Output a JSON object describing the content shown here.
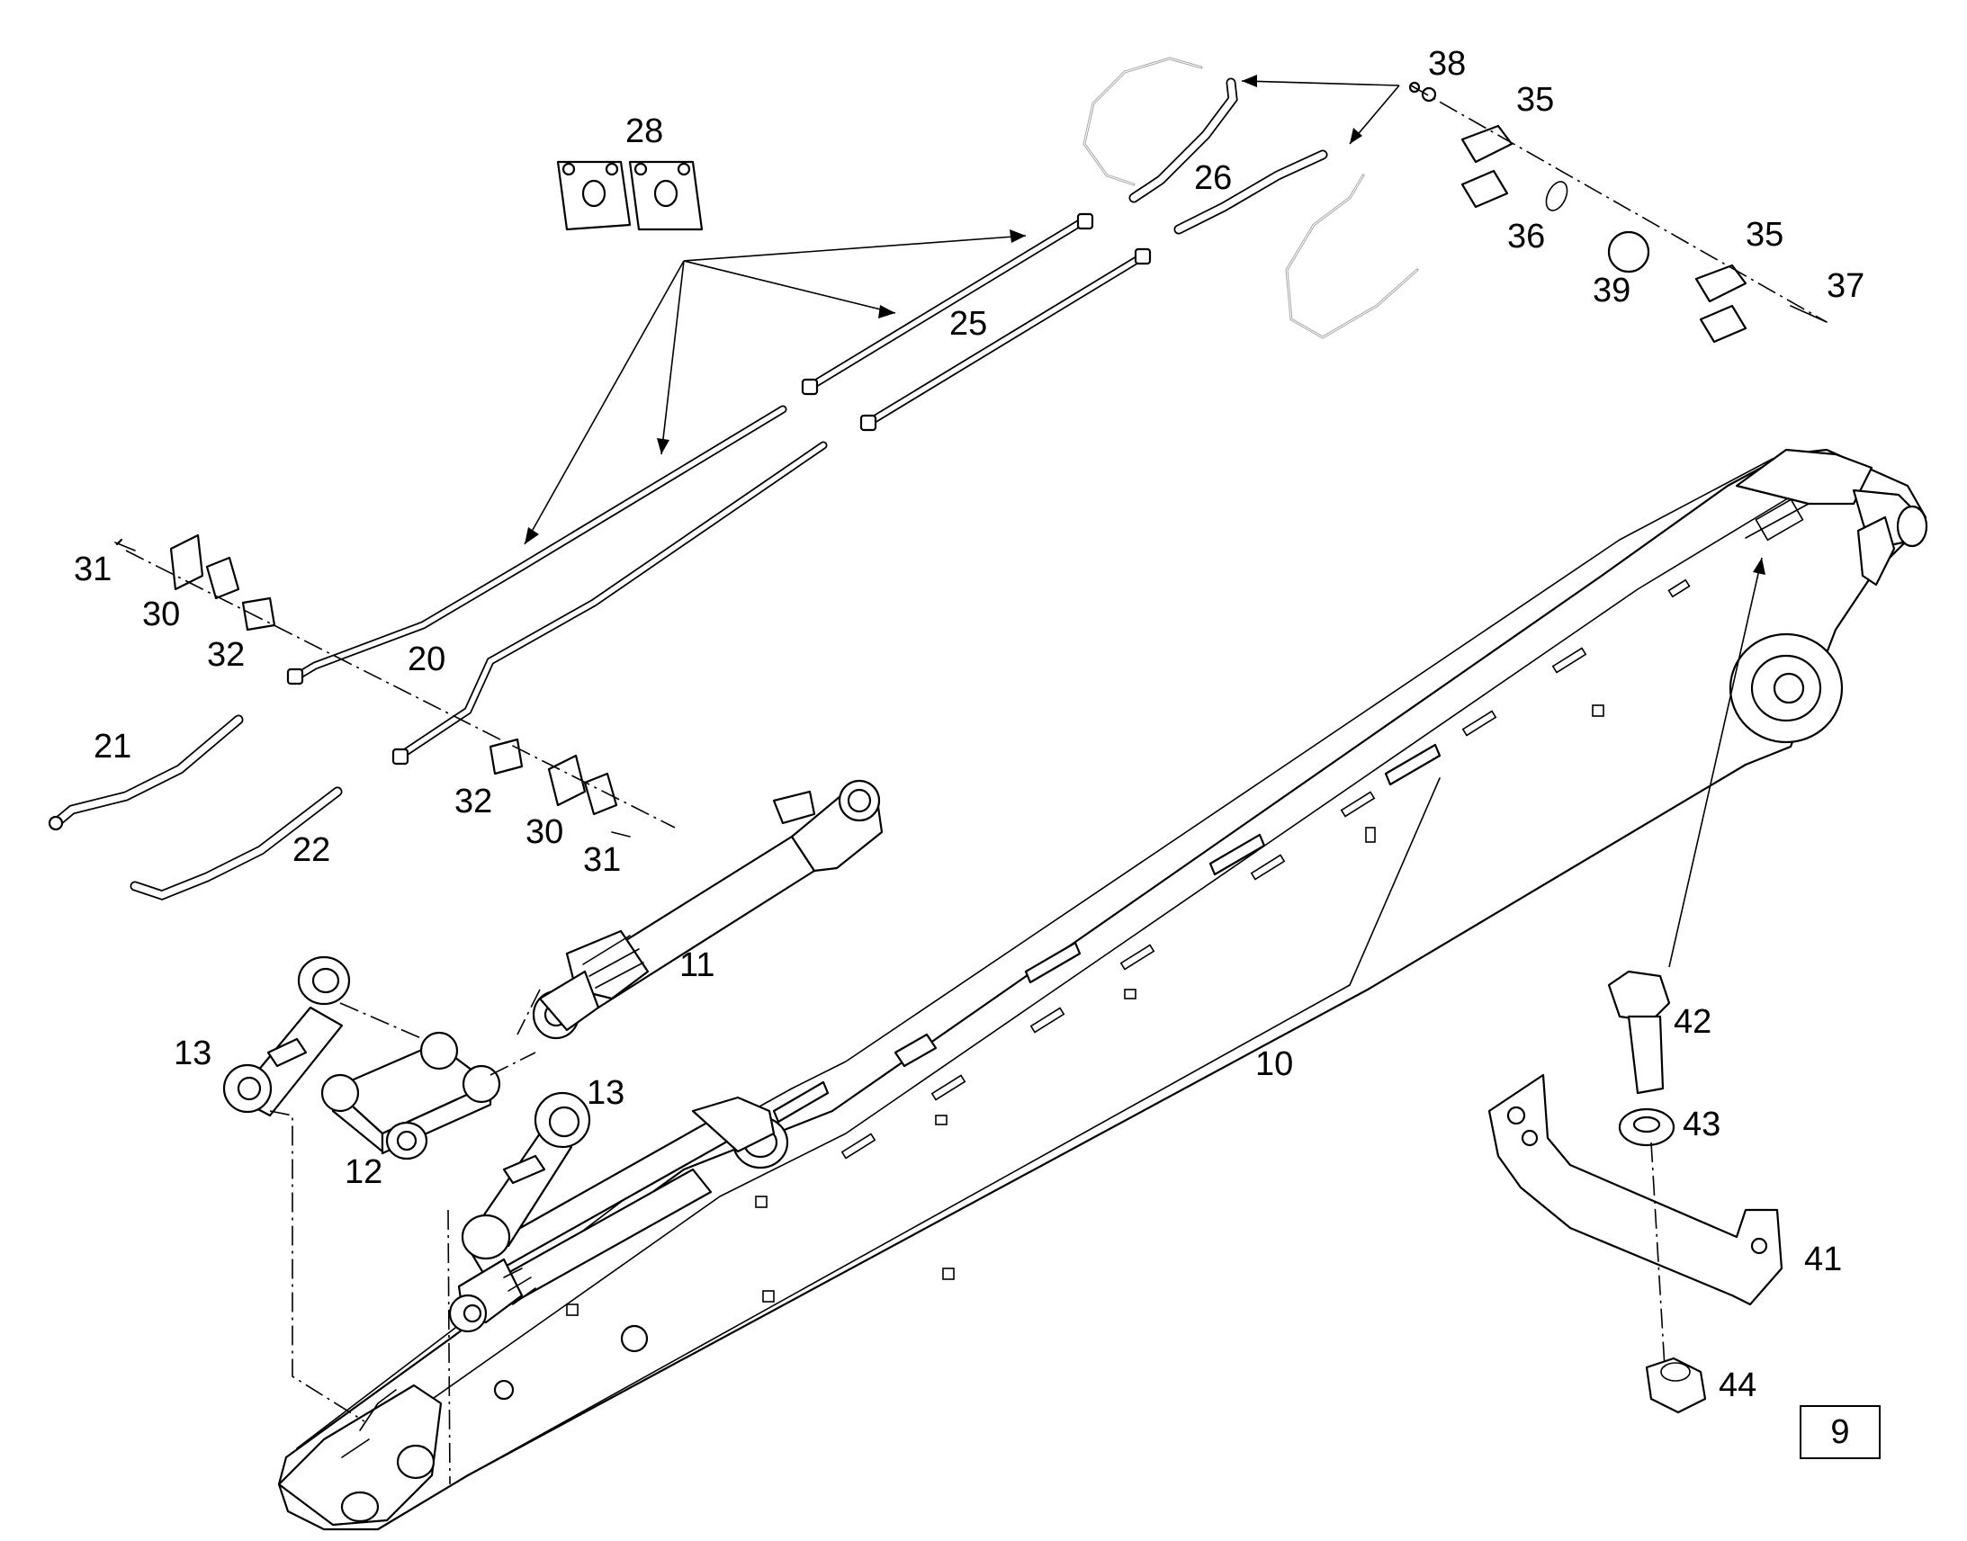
{
  "callouts": {
    "c10": "10",
    "c11": "11",
    "c12": "12",
    "c13a": "13",
    "c13b": "13",
    "c20": "20",
    "c21": "21",
    "c22": "22",
    "c25": "25",
    "c26": "26",
    "c28": "28",
    "c30a": "30",
    "c30b": "30",
    "c31a": "31",
    "c31b": "31",
    "c32a": "32",
    "c32b": "32",
    "c35a": "35",
    "c35b": "35",
    "c36": "36",
    "c37": "37",
    "c38": "38",
    "c39": "39",
    "c41": "41",
    "c42": "42",
    "c43": "43",
    "c44": "44"
  },
  "page_number": "9",
  "colors": {
    "line": "#000000",
    "background": "#ffffff",
    "alternate_part": "#a8a8a8"
  }
}
